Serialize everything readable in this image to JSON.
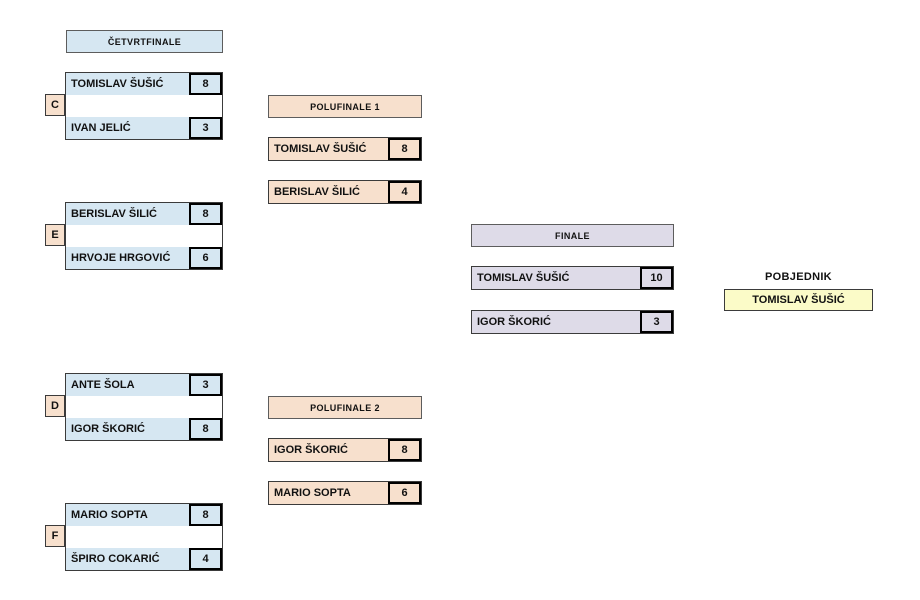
{
  "rounds": {
    "quarterfinal_header": "ČETVRTFINALE",
    "semifinal_1_header": "POLUFINALE 1",
    "semifinal_2_header": "POLUFINALE 2",
    "final_header": "FINALE",
    "winner_header": "POBJEDNIK"
  },
  "quarterfinals": [
    {
      "group": "C",
      "top": {
        "name": "TOMISLAV ŠUŠIĆ",
        "score": "8"
      },
      "bottom": {
        "name": "IVAN JELIĆ",
        "score": "3"
      }
    },
    {
      "group": "E",
      "top": {
        "name": "BERISLAV ŠILIĆ",
        "score": "8"
      },
      "bottom": {
        "name": "HRVOJE HRGOVIĆ",
        "score": "6"
      }
    },
    {
      "group": "D",
      "top": {
        "name": "ANTE ŠOLA",
        "score": "3"
      },
      "bottom": {
        "name": "IGOR ŠKORIĆ",
        "score": "8"
      }
    },
    {
      "group": "F",
      "top": {
        "name": "MARIO SOPTA",
        "score": "8"
      },
      "bottom": {
        "name": "ŠPIRO COKARIĆ",
        "score": "4"
      }
    }
  ],
  "semifinals": [
    {
      "label": "POLUFINALE 1",
      "top": {
        "name": "TOMISLAV ŠUŠIĆ",
        "score": "8"
      },
      "bottom": {
        "name": "BERISLAV ŠILIĆ",
        "score": "4"
      }
    },
    {
      "label": "POLUFINALE 2",
      "top": {
        "name": "IGOR ŠKORIĆ",
        "score": "8"
      },
      "bottom": {
        "name": "MARIO SOPTA",
        "score": "6"
      }
    }
  ],
  "final": {
    "label": "FINALE",
    "top": {
      "name": "TOMISLAV ŠUŠIĆ",
      "score": "10"
    },
    "bottom": {
      "name": "IGOR ŠKORIĆ",
      "score": "3"
    }
  },
  "winner": {
    "label": "POBJEDNIK",
    "name": "TOMISLAV ŠUŠIĆ"
  },
  "colors": {
    "quarterfinal_fill": "#d6e7f2",
    "semifinal_fill": "#f7e0cd",
    "final_fill": "#dedbe8",
    "winner_fill": "#fbfbc8",
    "border": "#3b3b3b",
    "score_border": "#000000",
    "text": "#111111"
  }
}
